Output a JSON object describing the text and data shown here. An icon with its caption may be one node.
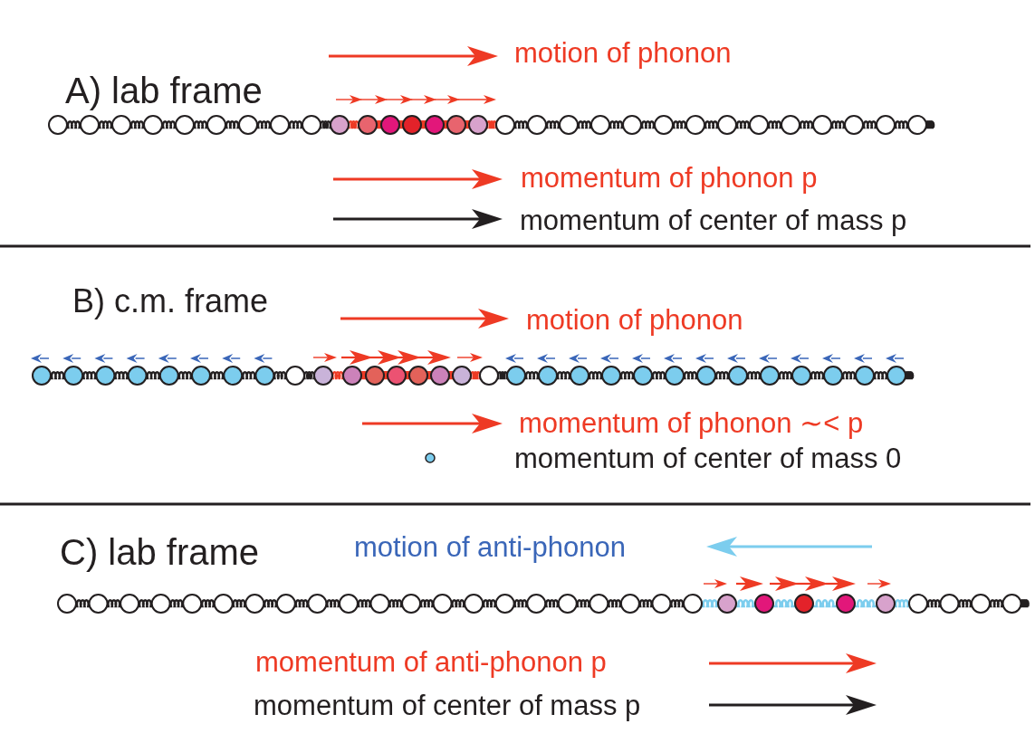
{
  "diagram": {
    "labels": [
      "A) lab frame",
      "motion of phonon",
      "momentum of phonon p",
      "momentum of center of mass p",
      "B) c.m. frame",
      "motion of phonon",
      "momentum of phonon ∼< p",
      "momentum of center of mass 0",
      "C) lab frame",
      "motion of anti-phonon",
      "momentum of anti-phonon p",
      "momentum of center of mass p"
    ]
  }
}
